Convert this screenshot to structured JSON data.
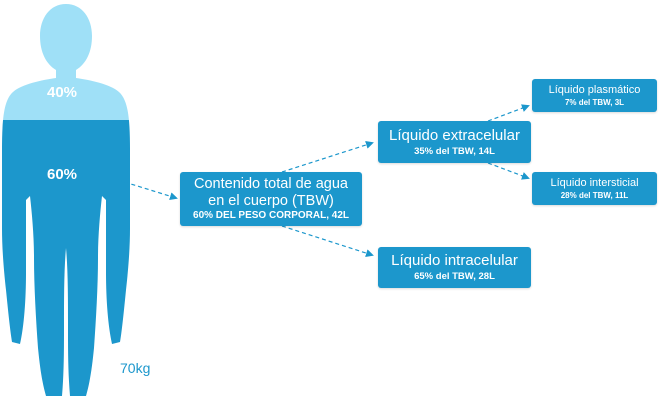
{
  "colors": {
    "body_light": "#9fe0f7",
    "body_dark": "#1c97cc",
    "box": "#1c97cc",
    "arrow": "#1c97cc"
  },
  "figure": {
    "upper_percent": "40%",
    "lower_percent": "60%",
    "weight": "70kg"
  },
  "total_water": {
    "title_line1": "Contenido total de agua",
    "title_line2": "en el cuerpo (TBW)",
    "subtitle": "60%  DEL PESO CORPORAL, 42L"
  },
  "extracellular": {
    "title": "Líquido extracelular",
    "subtitle": "35% del TBW, 14L"
  },
  "intracellular": {
    "title": "Líquido intracelular",
    "subtitle": "65% del TBW, 28L"
  },
  "plasma": {
    "title": "Líquido plasmático",
    "subtitle": "7% del TBW, 3L"
  },
  "interstitial": {
    "title": "Líquido intersticial",
    "subtitle": "28% del TBW, 11L"
  }
}
